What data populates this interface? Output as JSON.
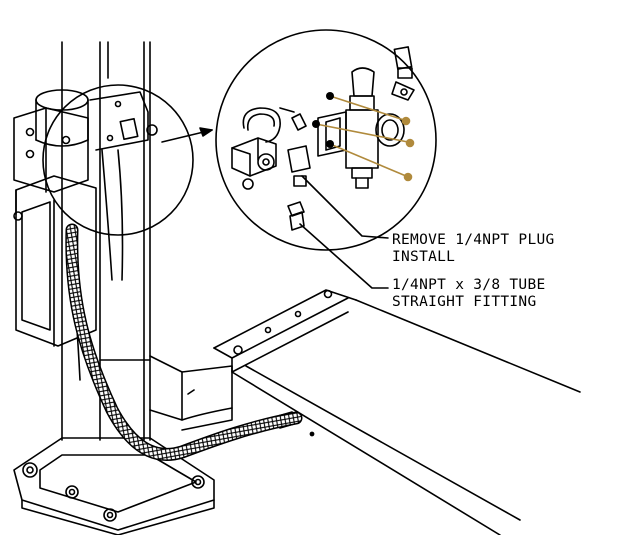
{
  "diagram": {
    "callouts": [
      {
        "line1": "REMOVE 1/4NPT PLUG",
        "line2": "INSTALL"
      },
      {
        "line1": "1/4NPT x 3/8 TUBE",
        "line2": "STRAIGHT FITTING"
      }
    ],
    "colors": {
      "ink": "#000000",
      "fastener": "#b08a3c",
      "background": "#ffffff"
    }
  }
}
